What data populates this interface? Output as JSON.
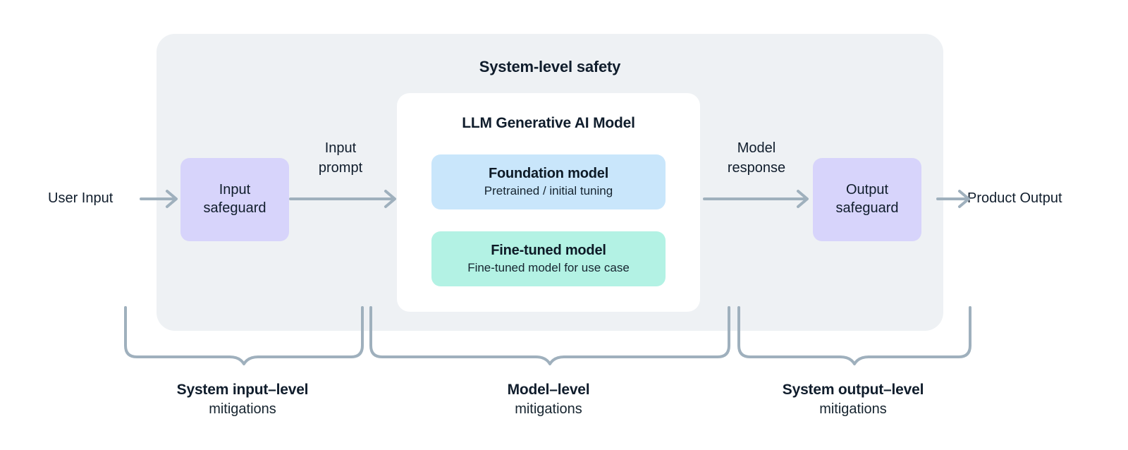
{
  "diagram": {
    "title": "System-level safety",
    "system_panel": {
      "title": "System-level safety",
      "bg_color": "#eef1f4"
    },
    "model_panel": {
      "title": "LLM Generative AI Model",
      "bg_color": "#ffffff",
      "cards": [
        {
          "name": "foundation-model",
          "title": "Foundation model",
          "subtitle": "Pretrained / initial tuning",
          "color": "#c9e6fb"
        },
        {
          "name": "fine-tuned-model",
          "title": "Fine-tuned model",
          "subtitle": "Fine-tuned model for use case",
          "color": "#b3f2e4"
        }
      ]
    },
    "safeguards": [
      {
        "name": "input-safeguard",
        "line1": "Input",
        "line2": "safeguard",
        "color": "#d7d4fb"
      },
      {
        "name": "output-safeguard",
        "line1": "Output",
        "line2": "safeguard",
        "color": "#d7d4fb"
      }
    ],
    "edge_labels": {
      "user_input": "User Input",
      "product_output": "Product Output"
    },
    "flow_labels": [
      {
        "name": "input-prompt",
        "line1": "Input",
        "line2": "prompt"
      },
      {
        "name": "model-response",
        "line1": "Model",
        "line2": "response"
      }
    ],
    "brace_labels": [
      {
        "name": "system-input-level",
        "title": "System input–level",
        "subtitle": "mitigations"
      },
      {
        "name": "model-level",
        "title": "Model–level",
        "subtitle": "mitigations"
      },
      {
        "name": "system-output-level",
        "title": "System output–level",
        "subtitle": "mitigations"
      }
    ],
    "colors": {
      "arrow": "#9fb0bd",
      "brace": "#9fb0bd",
      "text": "#101d2c",
      "page_bg": "#ffffff"
    }
  }
}
